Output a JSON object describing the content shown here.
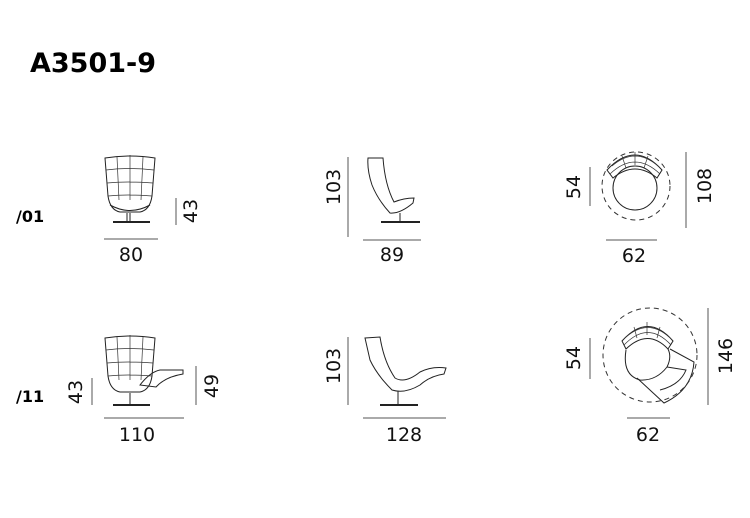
{
  "title": "A3501-9",
  "variants": [
    {
      "code": "/01",
      "front": {
        "width": "80",
        "seat_height": "43"
      },
      "side": {
        "height": "103",
        "depth": "89"
      },
      "top": {
        "seat_depth": "54",
        "width": "62",
        "total": "108"
      }
    },
    {
      "code": "/11",
      "front": {
        "width": "110",
        "seat_height": "43",
        "ottoman_height": "49"
      },
      "side": {
        "height": "103",
        "depth": "128"
      },
      "top": {
        "seat_depth": "54",
        "width": "62",
        "total": "146"
      }
    }
  ]
}
